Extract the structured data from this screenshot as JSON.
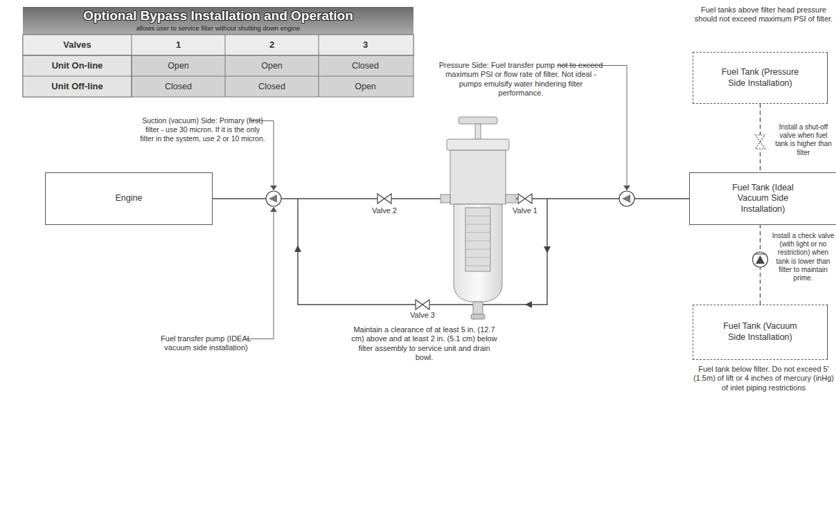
{
  "diagram": {
    "nodes": [
      {
        "text": [
          "Fuel Tank (Pressure Side Installation)"
        ]
      },
      {
        "text": [
          "Engine"
        ]
      },
      {
        "text": [
          "Fuel Tank (Ideal Vacuum Side Installation)"
        ]
      },
      {
        "text": [
          "Fuel Tank (Vacuum Side Installation)"
        ]
      }
    ],
    "edges": [
      {
        "from": 2,
        "to": 1,
        "arrow": "none"
      },
      {
        "from": 0,
        "to": 2,
        "arrow": "none"
      },
      {
        "from": 3,
        "to": 2,
        "arrow": "none"
      }
    ],
    "labels": [
      "Optional Bypass Installation and Operation",
      "allows user to service filter without shutting down engine",
      "Valves",
      "1",
      "2",
      "3",
      "Unit On-line",
      "Open",
      "Open",
      "Closed",
      "Unit Off-line",
      "Closed",
      "Closed",
      "Open",
      "Pressure Side: Fuel transfer pump not to exceed maximum PSI or flow rate of filter. Not ideal - pumps emulsify water hindering filter performance.",
      "Fuel tanks above filter head pressure should not exceed maximum PSI of filter.",
      "Install a shut-off valve when fuel tank is higher than filter",
      "Suction (vacuum) Side: Primary (first) filter - use 30 micron. If it is the only filter in the system, use 2 or 10 micron.",
      "Valve 2",
      "Valve 1",
      "Fuel transfer pump (IDEAL vacuum side installation)",
      "Valve 3",
      "Install a check valve (with light or no restriction) when tank is lower than filter to maintain prime.",
      "Maintain a clearance of at least 5 in. (12.7 cm) above and at least 2 in. (5.1 cm) below filter assembly to service unit and drain bowl.",
      "Fuel tank below filter. Do not exceed 5' (1.5m) of lift or 4 inches of mercury (inHg) of inlet piping restrictions"
    ]
  }
}
